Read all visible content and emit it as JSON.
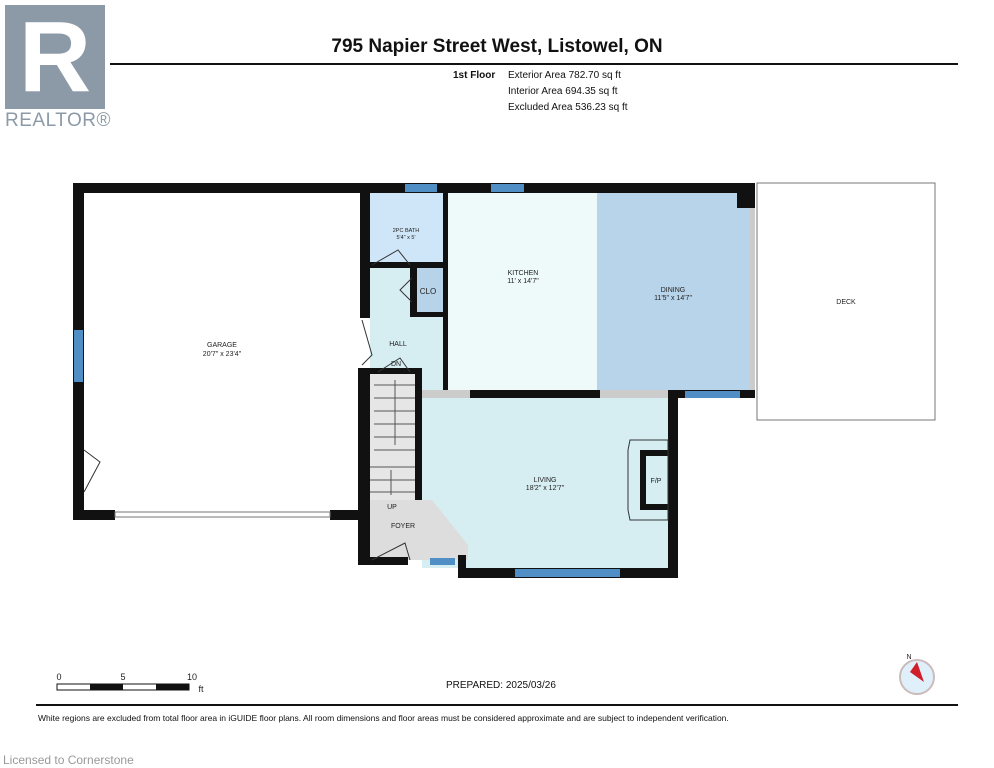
{
  "logo": {
    "letter": "R",
    "word": "REALTOR®"
  },
  "header": {
    "title": "795 Napier Street West, Listowel, ON"
  },
  "floor": {
    "label": "1st Floor",
    "areas": [
      "Exterior Area 782.70 sq ft",
      "Interior Area 694.35 sq ft",
      "Excluded Area 536.23 sq ft"
    ]
  },
  "rooms": {
    "garage": {
      "name": "GARAGE",
      "dims": "20'7\" x 23'4\""
    },
    "bath": {
      "name": "2PC BATH",
      "dims": "5'4\" x 5'"
    },
    "clo": {
      "name": "CLO"
    },
    "hall": {
      "name": "HALL"
    },
    "dn": "DN",
    "kitchen": {
      "name": "KITCHEN",
      "dims": "11' x 14'7\""
    },
    "dining": {
      "name": "DINING",
      "dims": "11'5\" x 14'7\""
    },
    "deck": {
      "name": "DECK"
    },
    "living": {
      "name": "LIVING",
      "dims": "18'2\" x 12'7\""
    },
    "fp": "F/P",
    "up": "UP",
    "foyer": {
      "name": "FOYER"
    }
  },
  "scale": {
    "ticks": [
      "0",
      "5",
      "10"
    ],
    "unit": "ft"
  },
  "compass": {
    "label": "N"
  },
  "prepared": "PREPARED: 2025/03/26",
  "disclaimer": "White regions are excluded from total floor area in iGUIDE floor plans. All room dimensions and floor areas must be considered approximate and are subject to independent verification.",
  "licensed": "Licensed to Cornerstone",
  "colors": {
    "bath": "#cfe6f8",
    "clo": "#b7d3ea",
    "hall": "#d6eef2",
    "kitchen": "#eefaf9",
    "dining": "#b8d4ea",
    "living": "#d6eef2",
    "foyer": "#dddddd",
    "window": "#4f8fc6"
  }
}
